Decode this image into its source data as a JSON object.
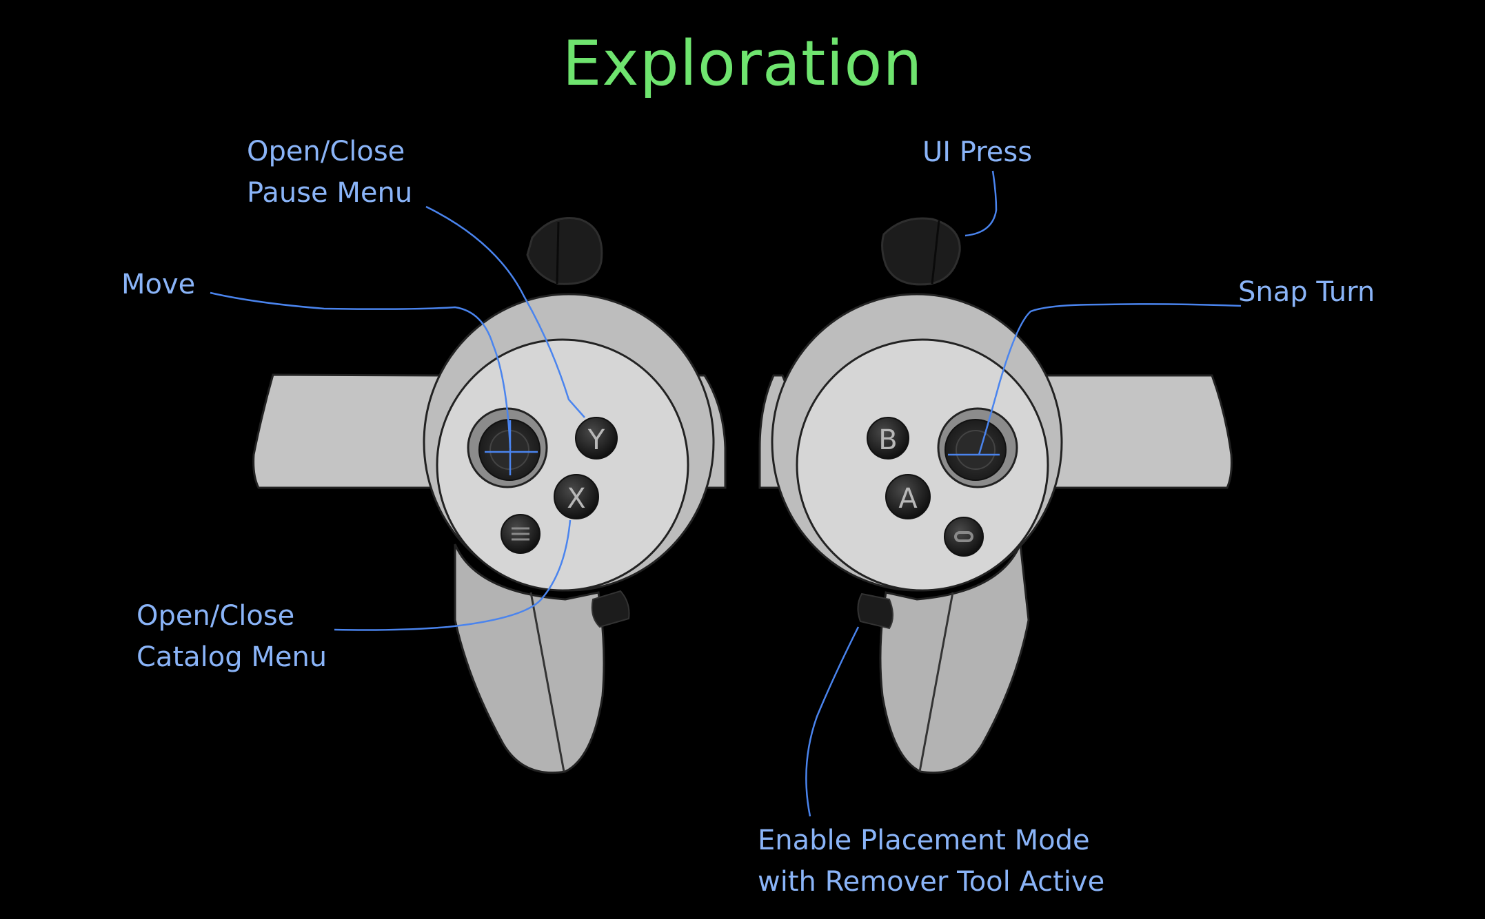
{
  "title": "Exploration",
  "colors": {
    "title": "#6fe46f",
    "label": "#8ab4f8",
    "leader_line": "#4a84ee",
    "background": "#000000",
    "controller_body": "#c7c7c7",
    "controller_face": "#d6d6d6",
    "controller_dark": "#1e1e1e"
  },
  "left_controller": {
    "buttons": {
      "y": "Y",
      "x": "X"
    },
    "labels": {
      "pause_menu": [
        "Open/Close",
        "Pause Menu"
      ],
      "move": [
        "Move"
      ],
      "catalog_menu": [
        "Open/Close",
        "Catalog Menu"
      ]
    }
  },
  "right_controller": {
    "buttons": {
      "b": "B",
      "a": "A"
    },
    "labels": {
      "ui_press": [
        "UI Press"
      ],
      "snap_turn": [
        "Snap Turn"
      ],
      "placement_mode": [
        "Enable Placement Mode",
        "with Remover Tool Active"
      ]
    }
  }
}
